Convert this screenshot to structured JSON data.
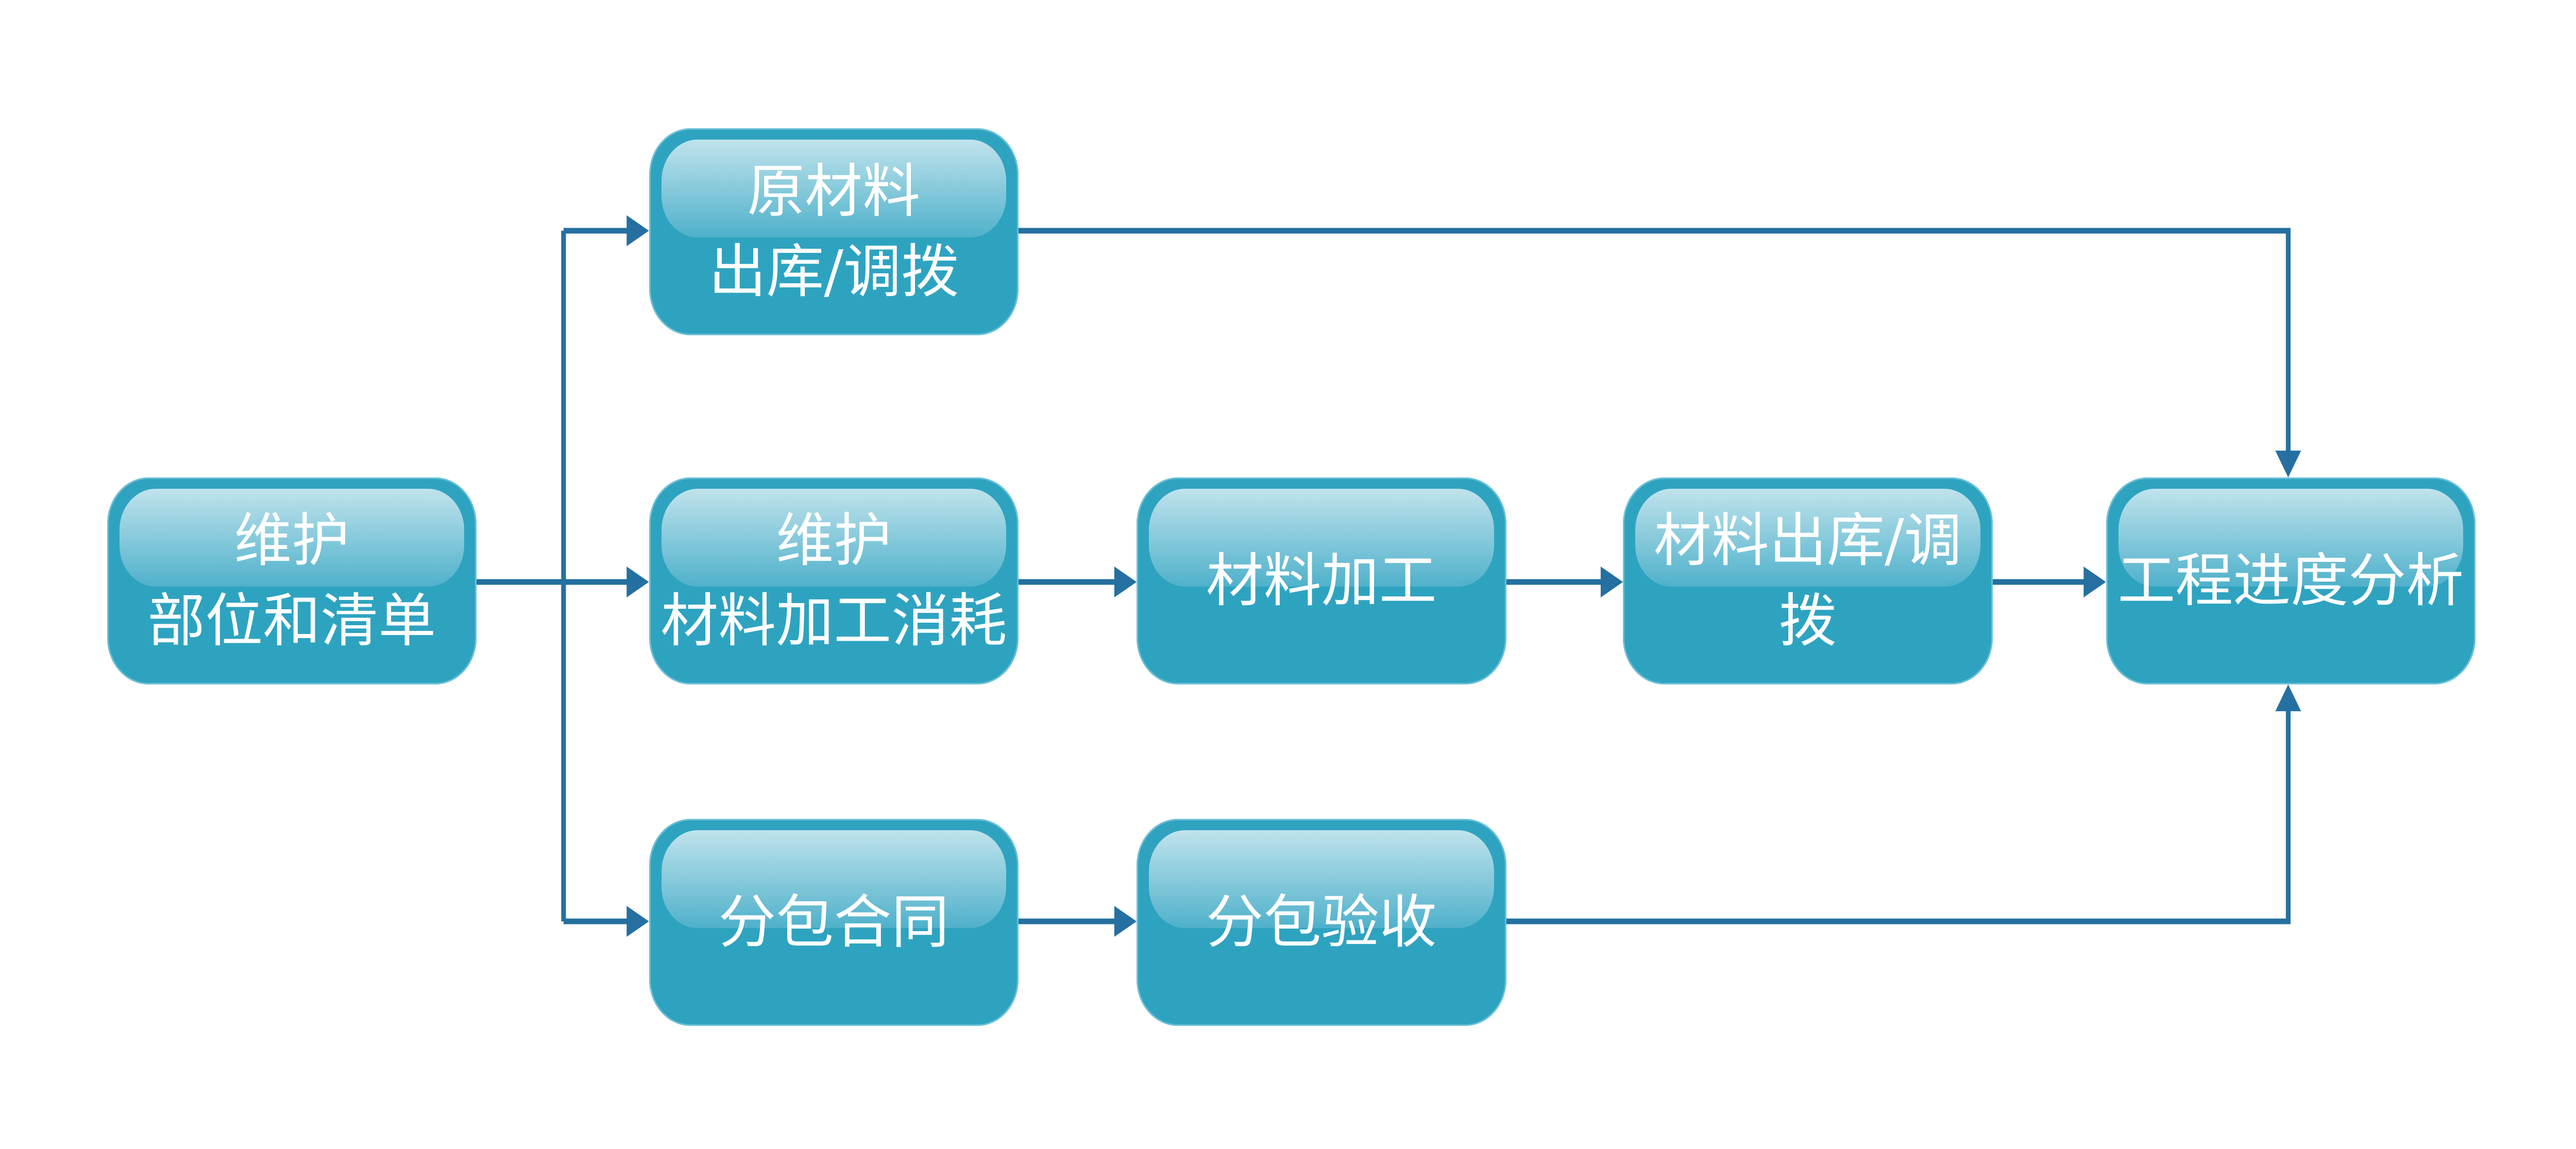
{
  "colors": {
    "node_fill": "#2ea3c0",
    "gloss_top": "#c0e3ec",
    "gloss_bottom": "#4fb1cb",
    "arrow": "#2570a0",
    "text": "#ffffff"
  },
  "nodes": {
    "maintain_parts": {
      "line1": "维护",
      "line2": "部位和清单"
    },
    "raw_material": {
      "line1": "原材料",
      "line2": "出库/调拨"
    },
    "maintain_consumption": {
      "line1": "维护",
      "line2": "材料加工消耗"
    },
    "subcontract": {
      "line1": "分包合同"
    },
    "processing": {
      "line1": "材料加工"
    },
    "subcontract_accept": {
      "line1": "分包验收"
    },
    "material_out": {
      "line1": "材料出库/调拨"
    },
    "progress": {
      "line1": "工程进度分析"
    }
  },
  "edges": [
    [
      "maintain_parts",
      "raw_material"
    ],
    [
      "maintain_parts",
      "maintain_consumption"
    ],
    [
      "maintain_parts",
      "subcontract"
    ],
    [
      "maintain_consumption",
      "processing"
    ],
    [
      "processing",
      "material_out"
    ],
    [
      "material_out",
      "progress"
    ],
    [
      "subcontract",
      "subcontract_accept"
    ],
    [
      "raw_material",
      "progress"
    ],
    [
      "subcontract_accept",
      "progress"
    ]
  ]
}
